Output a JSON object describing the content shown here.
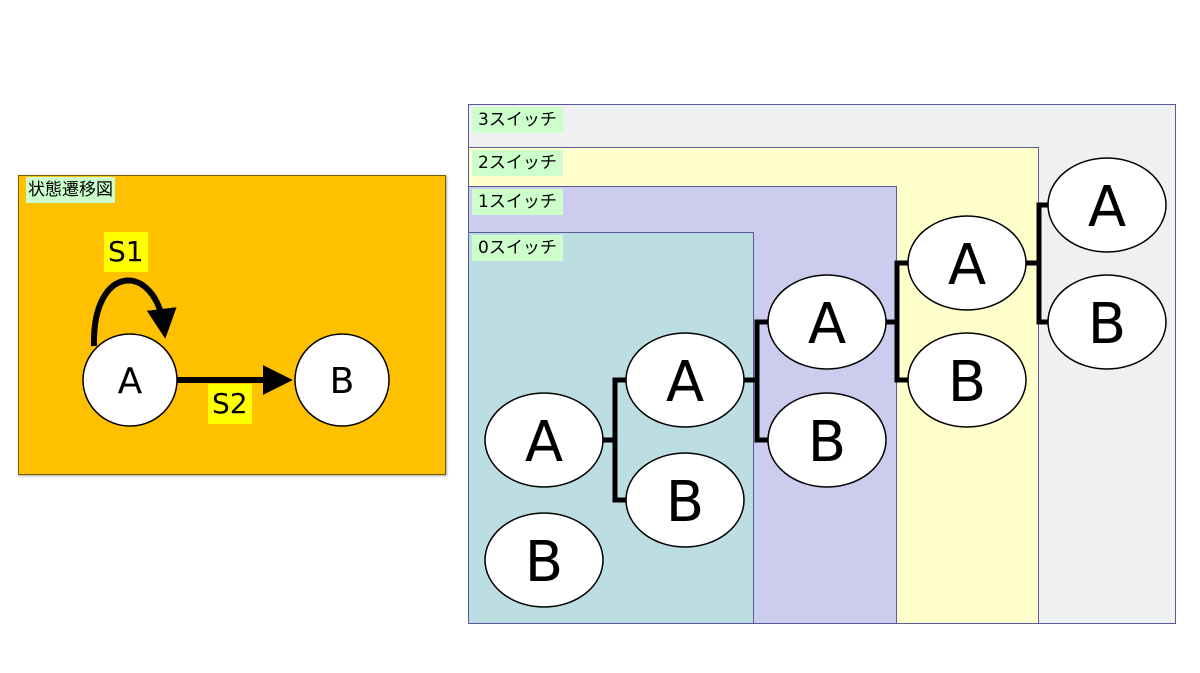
{
  "state_diagram": {
    "title": "状態遷移図",
    "nodes": [
      {
        "id": "A",
        "label": "A"
      },
      {
        "id": "B",
        "label": "B"
      }
    ],
    "edges": [
      {
        "from": "A",
        "to": "A",
        "label": "S1"
      },
      {
        "from": "A",
        "to": "B",
        "label": "S2"
      }
    ]
  },
  "switch_panels": [
    {
      "label": "0スイッチ"
    },
    {
      "label": "1スイッチ"
    },
    {
      "label": "2スイッチ"
    },
    {
      "label": "3スイッチ"
    }
  ],
  "tree_nodes": [
    {
      "label": "A"
    },
    {
      "label": "B"
    },
    {
      "label": "A"
    },
    {
      "label": "B"
    },
    {
      "label": "A"
    },
    {
      "label": "B"
    },
    {
      "label": "A"
    },
    {
      "label": "B"
    },
    {
      "label": "A"
    },
    {
      "label": "B"
    }
  ],
  "colors": {
    "state_panel": "#ffc000",
    "switch_0": "#bcdde1",
    "switch_1": "#ccccee",
    "switch_2": "#ffffcc",
    "switch_3": "#eff1f1",
    "panel_label_bg": "#ccffcc",
    "edge_label_bg": "#ffff00"
  }
}
